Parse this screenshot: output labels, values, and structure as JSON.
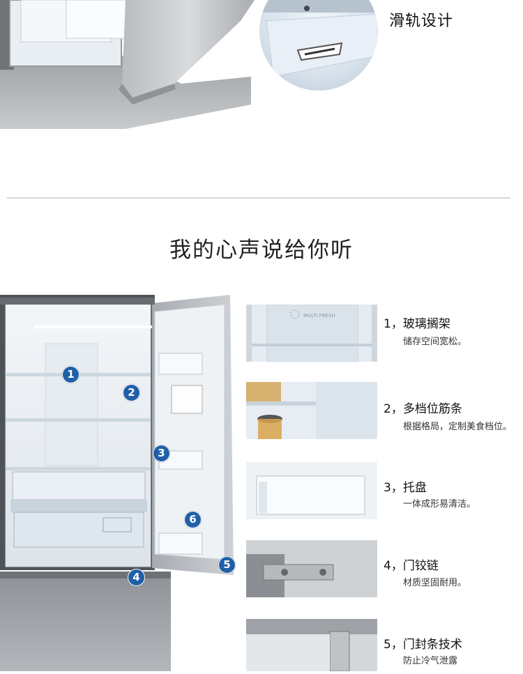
{
  "top_section": {
    "caption": "滑轨设计"
  },
  "section_title": "我的心声说给你听",
  "badges": [
    "1",
    "2",
    "3",
    "4",
    "5",
    "6"
  ],
  "features": [
    {
      "title": "1，玻璃搁架",
      "desc": "储存空间宽松。",
      "thumb_label": "MULTI FRESH"
    },
    {
      "title": "2，多档位筋条",
      "desc": "根据格局，定制美食档位。"
    },
    {
      "title": "3，托盘",
      "desc": "一体成形易清洁。"
    },
    {
      "title": "4，门铰链",
      "desc": "材质坚固耐用。"
    },
    {
      "title": "5，门封条技术",
      "desc": "防止冷气泄露"
    }
  ],
  "colors": {
    "badge": "#2060a8",
    "divider": "#d6d6d6"
  }
}
